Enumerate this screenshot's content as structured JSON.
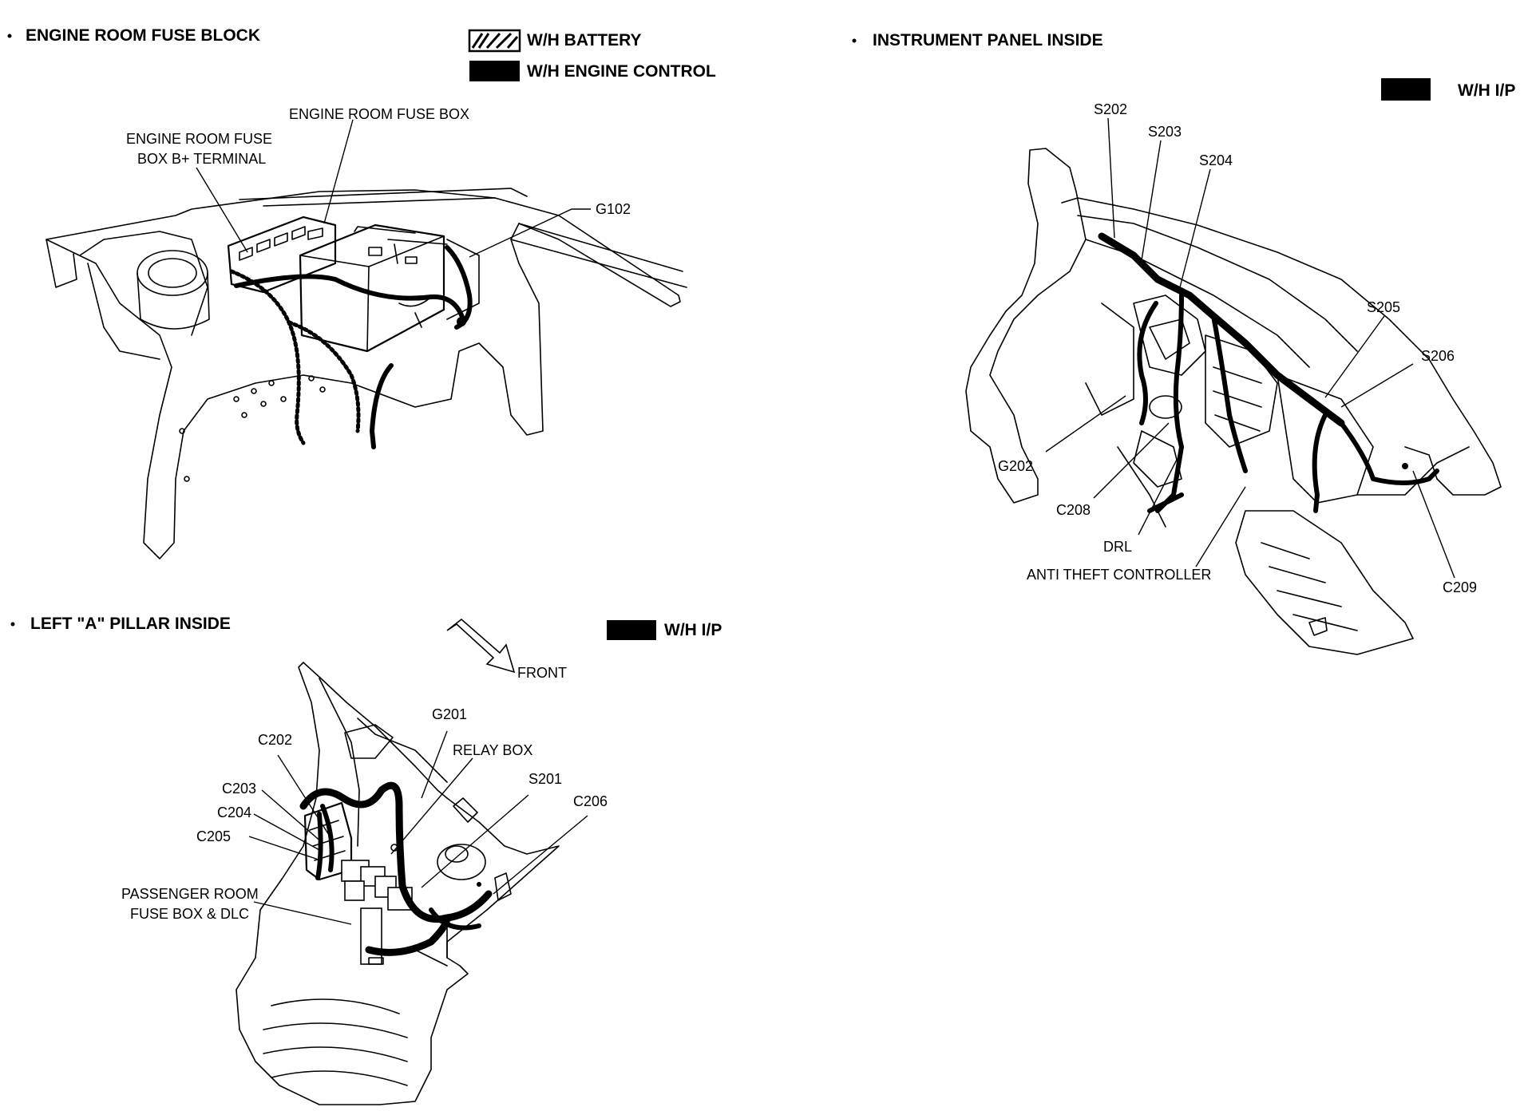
{
  "diagram": {
    "sections": {
      "engine_room": "ENGINE ROOM FUSE BLOCK",
      "a_pillar": "LEFT \"A\" PILLAR INSIDE",
      "instrument_panel": "INSTRUMENT PANEL INSIDE"
    },
    "legend": {
      "battery": "W/H BATTERY",
      "engine_control": "W/H ENGINE CONTROL",
      "ip_a_pillar": "W/H I/P",
      "ip_panel": "W/H I/P"
    },
    "engine_room_labels": {
      "fuse_box": "ENGINE ROOM FUSE BOX",
      "b_terminal_line1": "ENGINE ROOM FUSE",
      "b_terminal_line2": "BOX B+ TERMINAL",
      "g102": "G102"
    },
    "a_pillar_labels": {
      "front": "FRONT",
      "g201": "G201",
      "relay_box": "RELAY BOX",
      "s201": "S201",
      "c202": "C202",
      "c203": "C203",
      "c204": "C204",
      "c205": "C205",
      "c206": "C206",
      "pass_line1": "PASSENGER ROOM",
      "pass_line2": "FUSE BOX & DLC"
    },
    "instrument_panel_labels": {
      "s202": "S202",
      "s203": "S203",
      "s204": "S204",
      "s205": "S205",
      "s206": "S206",
      "g202": "G202",
      "c208": "C208",
      "drl": "DRL",
      "anti_theft": "ANTI THEFT CONTROLLER",
      "c209": "C209"
    }
  }
}
